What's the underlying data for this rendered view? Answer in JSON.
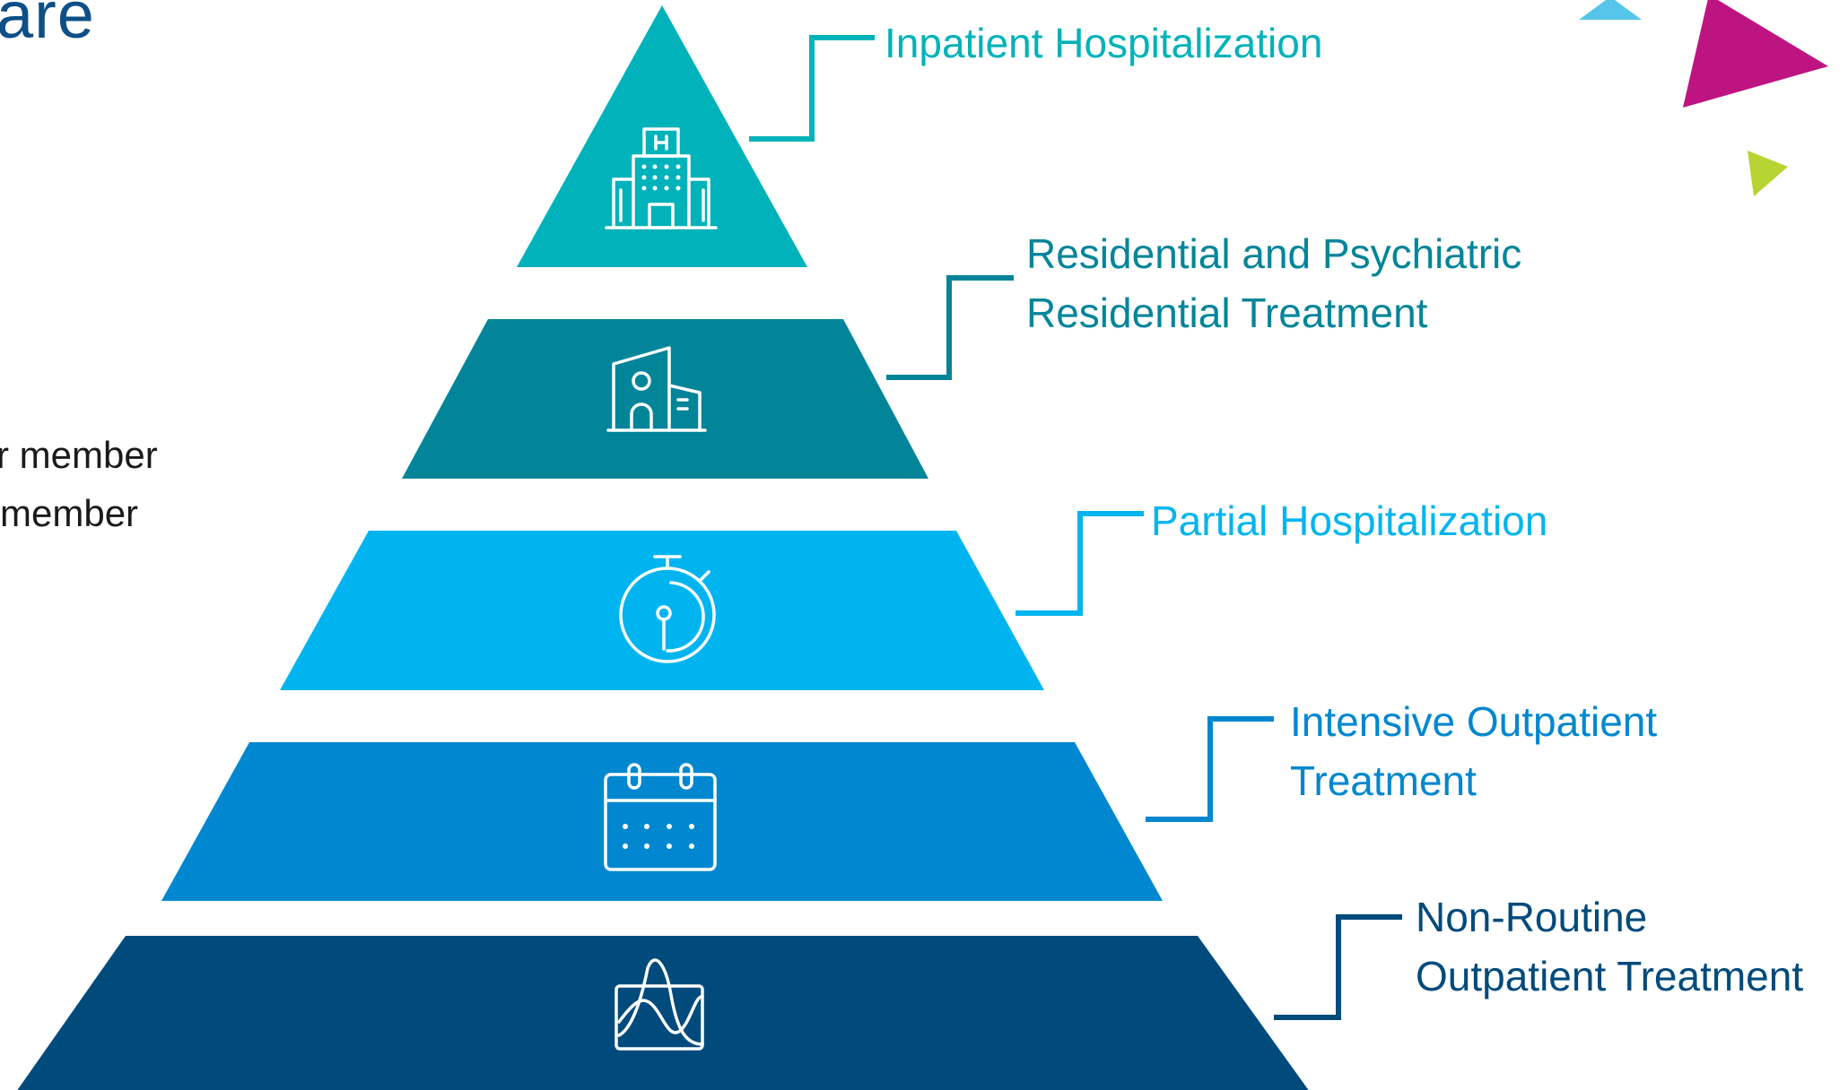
{
  "slide": {
    "title_fragment": "are",
    "side_text": [
      "r member",
      " member"
    ]
  },
  "pyramid": {
    "tiers": [
      {
        "label_lines": [
          "Inpatient Hospitalization"
        ],
        "icon": "hospital-building-icon",
        "color": "#00b2b9"
      },
      {
        "label_lines": [
          "Residential and Psychiatric",
          "Residential Treatment"
        ],
        "icon": "residential-house-icon",
        "color": "#038599"
      },
      {
        "label_lines": [
          "Partial Hospitalization"
        ],
        "icon": "stopwatch-icon",
        "color": "#00b5ef"
      },
      {
        "label_lines": [
          "Intensive Outpatient",
          "Treatment"
        ],
        "icon": "calendar-icon",
        "color": "#0087cf"
      },
      {
        "label_lines": [
          "Non-Routine",
          "Outpatient Treatment"
        ],
        "icon": "waveform-chart-icon",
        "color": "#004a7c"
      }
    ]
  },
  "decor": {
    "colors": {
      "light-blue": "#55c5ea",
      "magenta": "#be1482",
      "lime": "#b7d433"
    }
  }
}
